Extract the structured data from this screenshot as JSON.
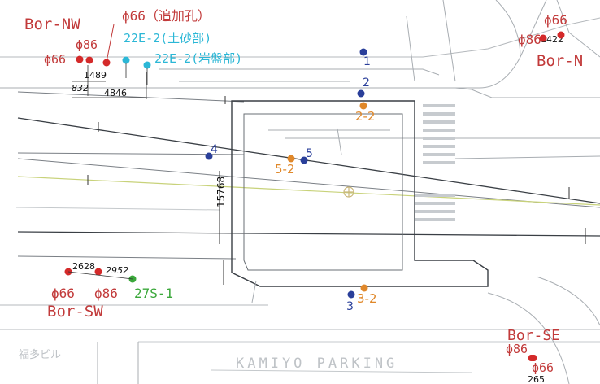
{
  "labels": {
    "bor_nw_left": "Bor-NW",
    "bor_nw_right": "Bor-N",
    "bor_sw": "Bor-SW",
    "bor_se": "Bor-SE",
    "phi66_note": "ϕ66（追加孔）",
    "phi86_nw": "ϕ86",
    "phi66_nw": "ϕ66",
    "phi86_ne": "ϕ86",
    "phi66_ne": "ϕ66",
    "phi66_sw": "ϕ66",
    "phi86_sw": "ϕ86",
    "phi86_se": "ϕ86",
    "phi66_se": "ϕ66",
    "hole_22e2_soil": "22E-2(土砂部)",
    "hole_22e2_rock": "22E-2(岩盤部)",
    "hole_27s1": "27S-1",
    "parking": "KAMIYO PARKING"
  },
  "dimensions": {
    "d1489": "1489",
    "d832": "832",
    "d4846": "4846",
    "d15768": "15768",
    "d1422": "1422",
    "d2628": "2628",
    "d2952": "2952",
    "d265": "265"
  },
  "points": {
    "p1": "1",
    "p2": "2",
    "p2_2": "2-2",
    "p3": "3",
    "p3_2": "3-2",
    "p4": "4",
    "p5": "5",
    "p5_2": "5-2"
  },
  "colors": {
    "red": "#d42a2a",
    "blue": "#2a3f9a",
    "orange": "#e0882a",
    "cyan": "#2bb7d6",
    "green": "#3ba83b",
    "dim_text": "#c23a3a"
  }
}
